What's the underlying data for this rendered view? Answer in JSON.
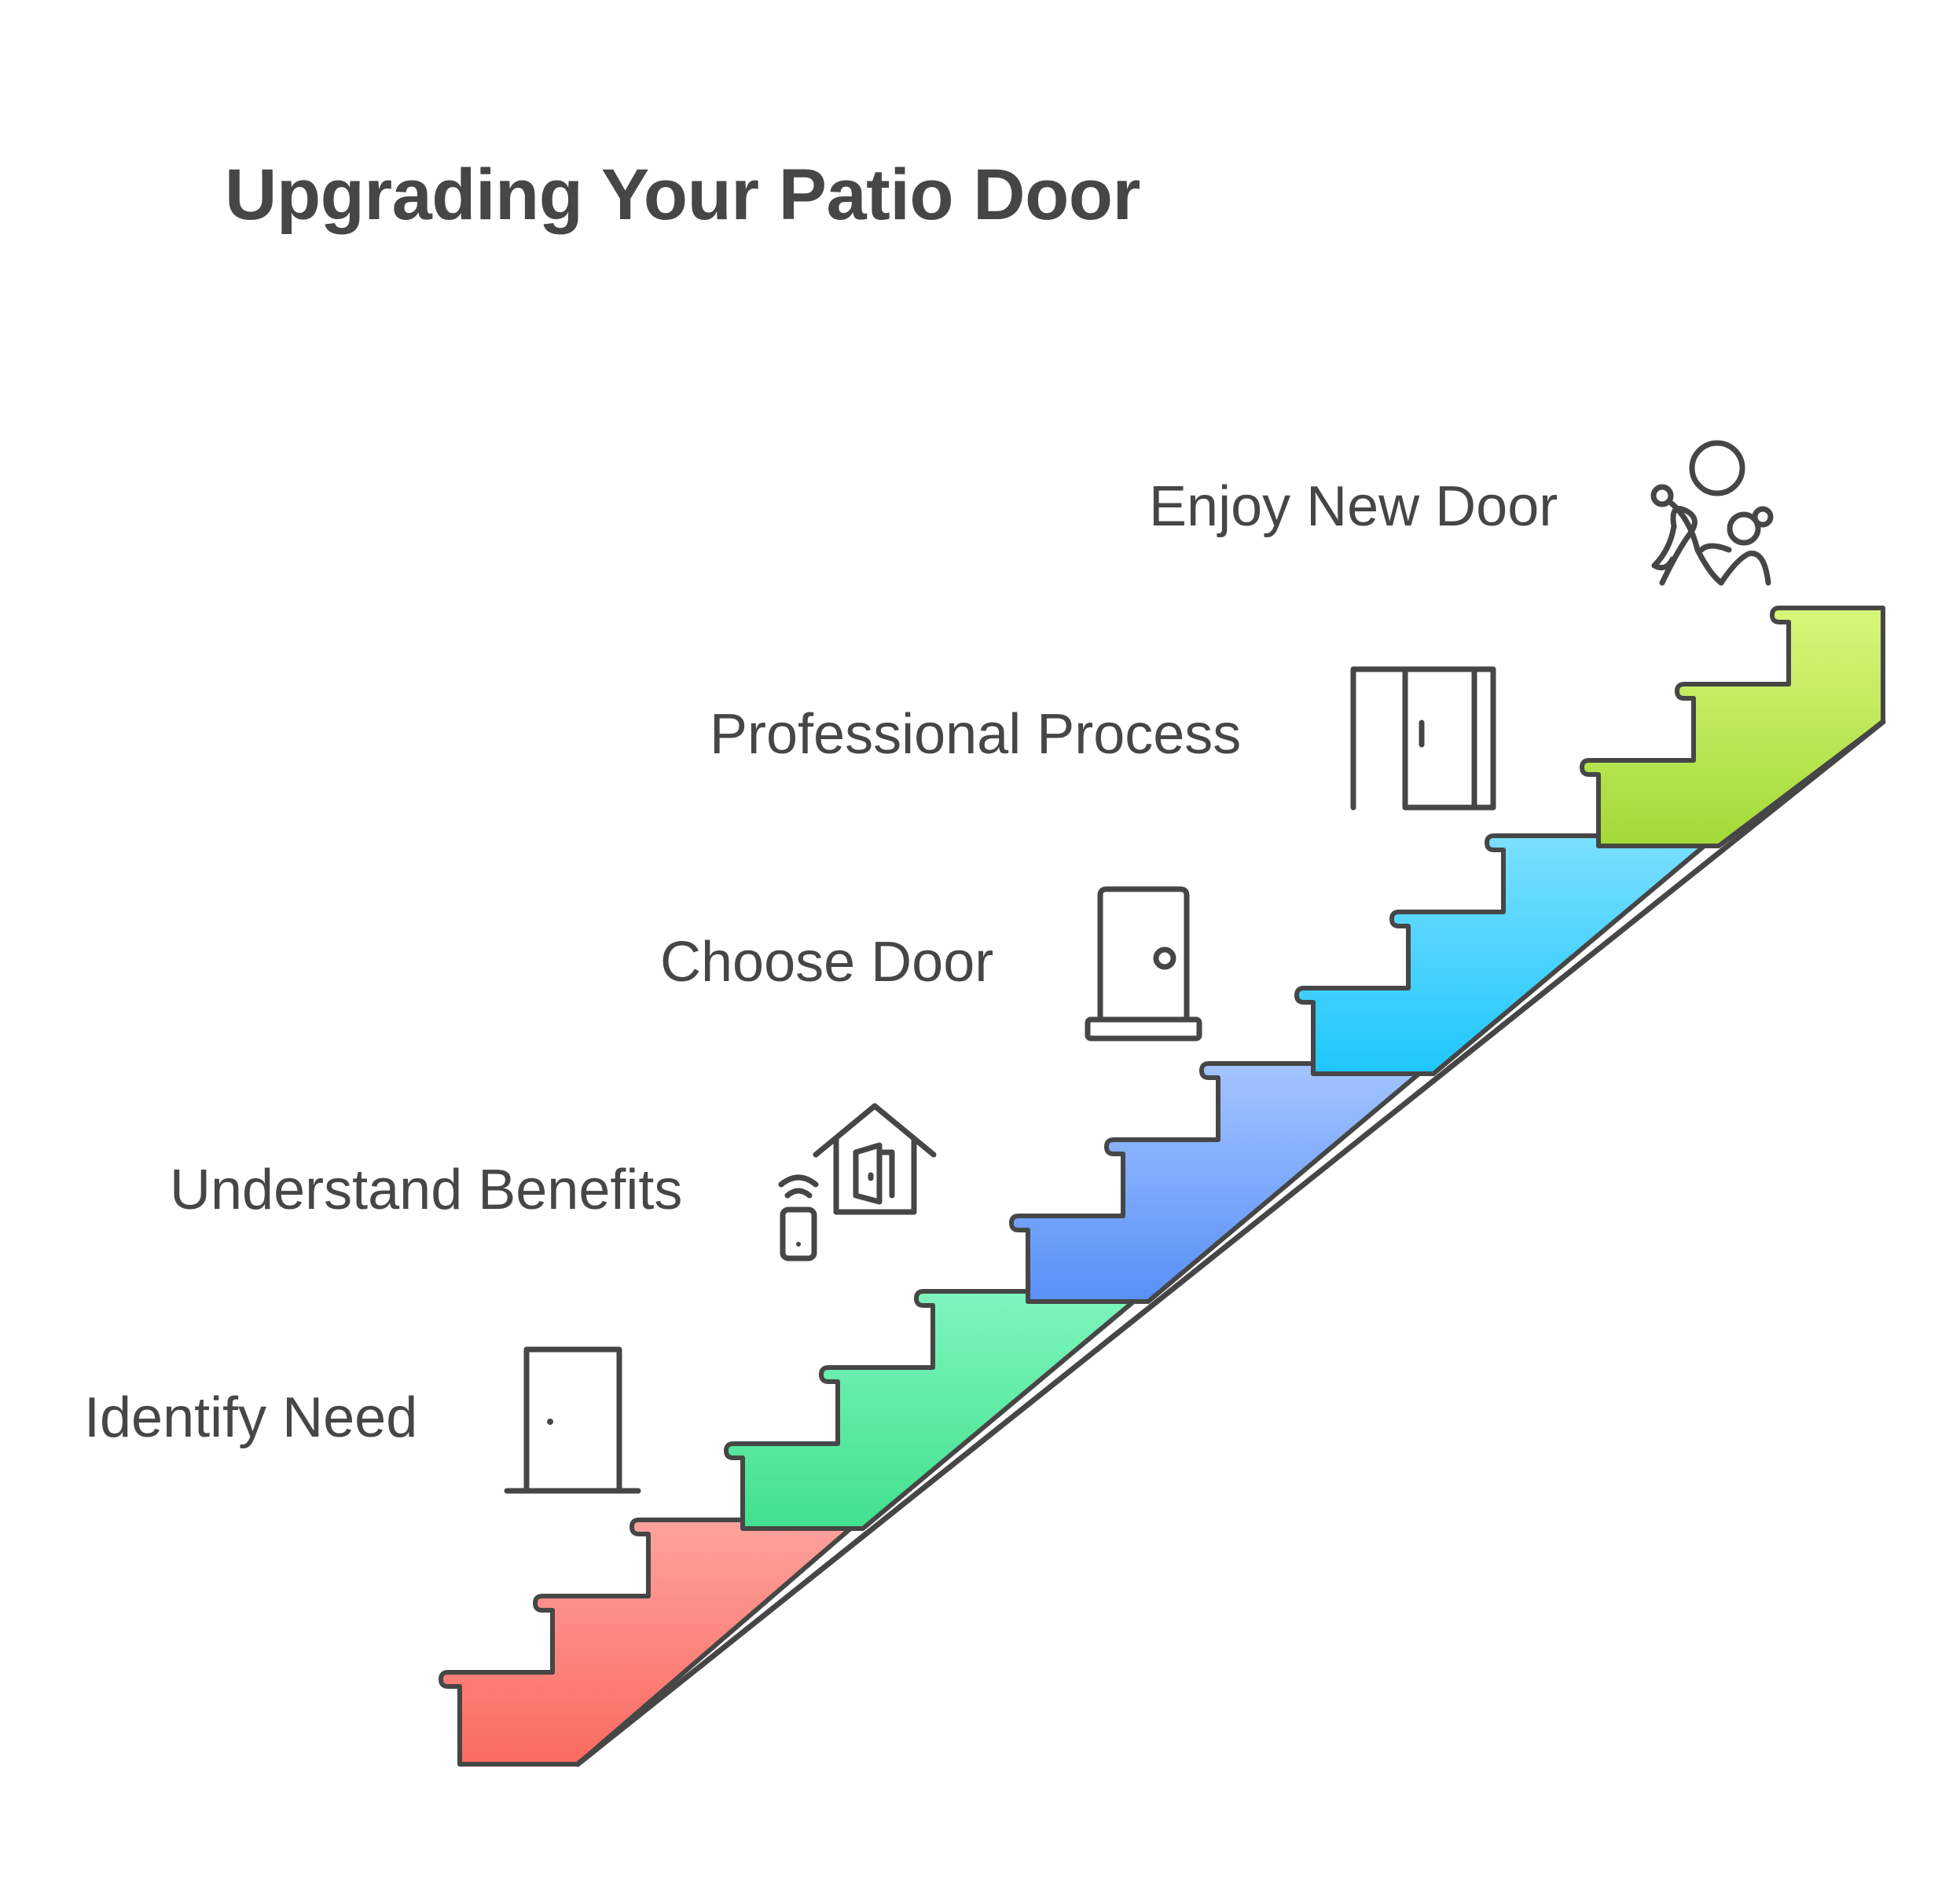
{
  "title": "Upgrading Your Patio Door",
  "steps": [
    {
      "label": "Identify Need",
      "icon": "door-icon",
      "color_top": "#fca39c",
      "color_bottom": "#fb6a61"
    },
    {
      "label": "Understand Benefits",
      "icon": "smart-home-remote-icon",
      "color_top": "#7ff5bd",
      "color_bottom": "#41e08f"
    },
    {
      "label": "Choose Door",
      "icon": "door-with-threshold-icon",
      "color_top": "#a3c4ff",
      "color_bottom": "#5890f7"
    },
    {
      "label": "Professional Process",
      "icon": "double-door-icon",
      "color_top": "#7be0ff",
      "color_bottom": "#1ec6fb"
    },
    {
      "label": "Enjoy New Door",
      "icon": "family-icon",
      "color_top": "#d7f77a",
      "color_bottom": "#a3d938"
    }
  ],
  "stroke_color": "#464646"
}
